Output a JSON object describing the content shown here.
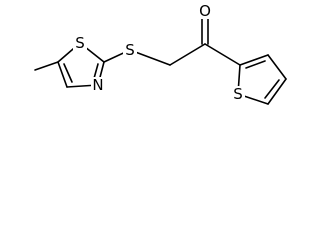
{
  "diagram": {
    "type": "chemical-structure",
    "atoms": {
      "s_thiazole": "S",
      "s_thioether": "S",
      "n_thiazole": "N",
      "o_carbonyl": "O",
      "s_thiophene": "S"
    },
    "colors": {
      "bond": "#000000",
      "label": "#000000",
      "background": "#ffffff"
    }
  }
}
